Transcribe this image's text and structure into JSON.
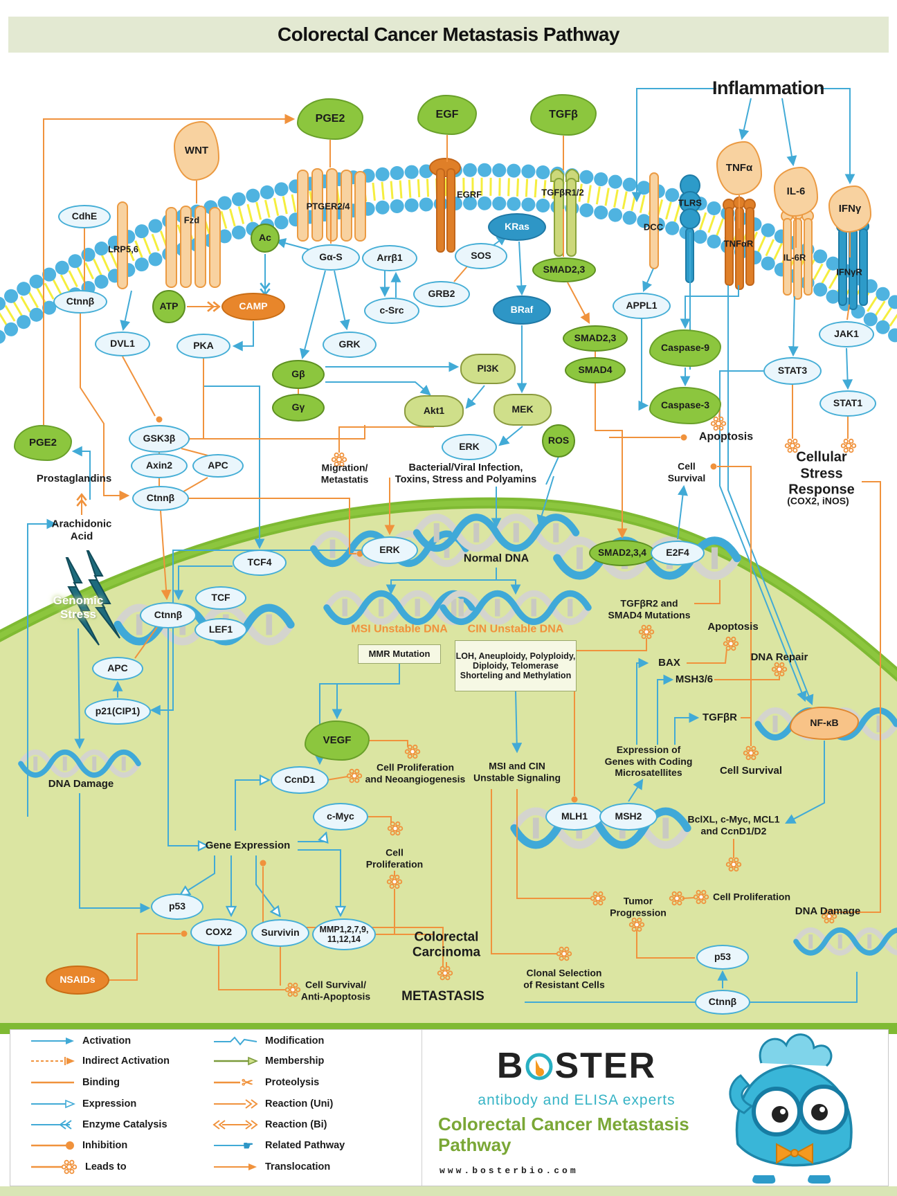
{
  "title": "Colorectal Cancer Metastasis Pathway",
  "nodes": {
    "wnt": "WNT",
    "pge2_top": "PGE2",
    "egf": "EGF",
    "tgfb": "TGFβ",
    "tnfa": "TNFα",
    "il6": "IL-6",
    "ifng": "IFNγ",
    "cdhe": "CdhE",
    "ctnnb_top": "Ctnnβ",
    "lrp56": "LRP5,6",
    "fzd": "Fzd",
    "ptger24": "PTGER2/4",
    "egrf": "EGRF",
    "tgfbr12": "TGFβR1/2",
    "dcc": "DCC",
    "tlrs": "TLRS",
    "tnfar": "TNFαR",
    "il6r": "IL-6R",
    "ifngr": "IFNγR",
    "ac": "Ac",
    "atp": "ATP",
    "camp": "CAMP",
    "gas": "Gα-S",
    "arrb1": "Arrβ1",
    "csrc": "c-Src",
    "grk": "GRK",
    "grb2": "GRB2",
    "sos": "SOS",
    "kras": "KRas",
    "braf": "BRaf",
    "smad23_m": "SMAD2,3",
    "smad23": "SMAD2,3",
    "smad4": "SMAD4",
    "dvl1": "DVL1",
    "pka": "PKA",
    "gb": "Gβ",
    "gg": "Gγ",
    "pi3k": "PI3K",
    "akt1": "Akt1",
    "mek": "MEK",
    "erk_out": "ERK",
    "ros": "ROS",
    "appl1": "APPL1",
    "casp9": "Caspase-9",
    "casp3": "Caspase-3",
    "stat3": "STAT3",
    "stat1": "STAT1",
    "jak1": "JAK1",
    "gsk3b": "GSK3β",
    "axin2": "Axin2",
    "apc1": "APC",
    "ctnnb_mid": "Ctnnβ",
    "pge2_left": "PGE2",
    "tcf4": "TCF4",
    "erk_in": "ERK",
    "ctnnb_nuc": "Ctnnβ",
    "tcf": "TCF",
    "lef1": "LEF1",
    "apc2": "APC",
    "p21": "p21(CIP1)",
    "smad234": "SMAD2,3,4",
    "e2f4": "E2F4",
    "vegf": "VEGF",
    "ccnd1": "CcnD1",
    "cmyc": "c-Myc",
    "p53a": "p53",
    "cox2": "COX2",
    "survivin": "Survivin",
    "mmp": "MMP1,2,7,9,\n11,12,14",
    "nsaids": "NSAIDs",
    "mlh1": "MLH1",
    "msh2": "MSH2",
    "nfkb": "NF-κB",
    "p53b": "p53",
    "ctnnb_br": "Ctnnβ"
  },
  "labels": {
    "inflammation": "Inflammation",
    "prostaglandins": "Prostaglandins",
    "arachidonic": "Arachidonic\nAcid",
    "genomic_stress": "Genomic\nStress",
    "migration": "Migration/\nMetastatis",
    "bacterial": "Bacterial/Viral Infection,\nToxins, Stress and Polyamins",
    "apoptosis1": "Apoptosis",
    "cell_survival1": "Cell\nSurvival",
    "cellular_stress": "Cellular Stress\nResponse",
    "cox2_inos": "(COX2, iNOS)",
    "normal_dna": "Normal DNA",
    "msi_dna": "MSI Unstable DNA",
    "cin_dna": "CIN Unstable DNA",
    "mmr": "MMR Mutation",
    "loh": "LOH, Aneuploidy, Polyploidy,\nDiploidy, Telomerase\nShorteling and Methylation",
    "tgfbr2_mut": "TGFβR2 and\nSMAD4 Mutations",
    "apoptosis2": "Apoptosis",
    "bax": "BAX",
    "msh36": "MSH3/6",
    "tgfbr": "TGFβR",
    "dna_repair": "DNA Repair",
    "cell_survival2": "Cell Survival",
    "expression_genes": "Expression of\nGenes with Coding\nMicrosatellites",
    "msi_cin": "MSI and CIN\nUnstable Signaling",
    "bclxl": "BclXL, c-Myc, MCL1\nand CcnD1/D2",
    "tumor_prog": "Tumor\nProgression",
    "cell_prolif2": "Cell Proliferation",
    "dna_damage2": "DNA Damage",
    "dna_damage1": "DNA Damage",
    "gene_expr": "Gene Expression",
    "cell_prolif_neo": "Cell Proliferation\nand Neoangiogenesis",
    "cell_prolif1": "Cell\nProliferation",
    "cell_surv_anti": "Cell Survival/\nAnti-Apoptosis",
    "colorectal": "Colorectal\nCarcinoma",
    "metastasis": "METASTASIS",
    "clonal": "Clonal Selection\nof Resistant Cells"
  },
  "legend": {
    "left": [
      "Activation",
      "Indirect Activation",
      "Binding",
      "Expression",
      "Enzyme Catalysis",
      "Inhibition",
      "Leads to"
    ],
    "right": [
      "Modification",
      "Membership",
      "Proteolysis",
      "Reaction (Uni)",
      "Reaction (Bi)",
      "Related Pathway",
      "Translocation"
    ]
  },
  "boster": {
    "brand_b": "B",
    "brand_rest": "STER",
    "tagline": "antibody and ELISA experts",
    "product": "Colorectal Cancer Metastasis\nPathway",
    "url": "www.bosterbio.com"
  },
  "colors": {
    "blue": "#41aad6",
    "orange": "#f0923c",
    "green": "#8cc63e",
    "cell": "#dbe5a2",
    "band": "#e3e9d2"
  }
}
